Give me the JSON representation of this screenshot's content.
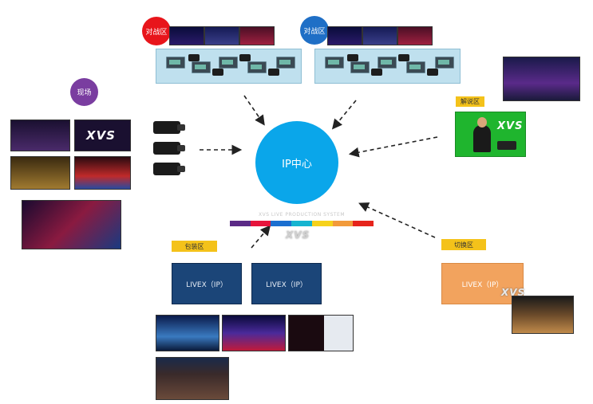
{
  "labels": {
    "duizhan_a": "对战区",
    "duizhan_b": "对战区",
    "xianchang": "现场",
    "jieshuo": "解说区",
    "baozhuang": "包装区",
    "qiehuan": "切换区",
    "ip_center": "IP中心",
    "livex_1": "LIVEX（IP）",
    "livex_2": "LIVEX（IP）",
    "livex_3": "LIVEX（IP）",
    "xvs_logo": "XVS",
    "caption_strip": "XVS LIVE PRODUCTION SYSTEM"
  },
  "colors": {
    "red_circle": "#e8151b",
    "blue_circle": "#1f6fc6",
    "purple_circle": "#7a3da0",
    "ip_center": "#0aa6ea",
    "panel": "#bfe0ee",
    "livex_box": "#1b4578",
    "qiehuan_box": "#f2a35e",
    "tag": "#f4c21a"
  },
  "icons": [
    "camera-icon",
    "streaming-device-icon",
    "dashed-arrow-icon"
  ]
}
